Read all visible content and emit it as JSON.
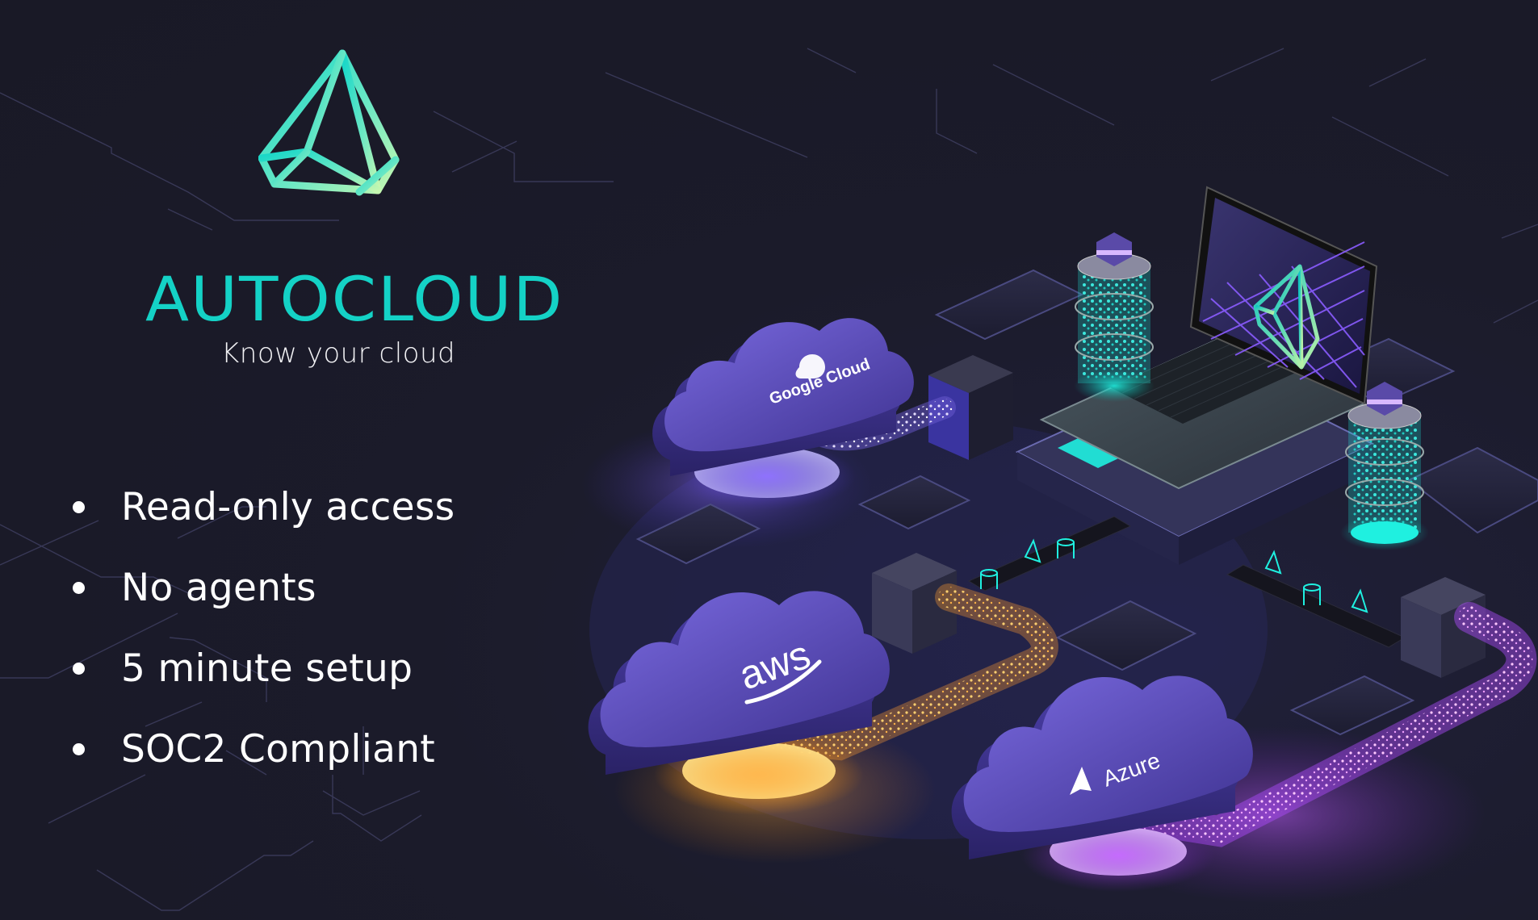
{
  "brand": {
    "name": "AUTOCLOUD",
    "tagline": "Know your cloud",
    "logo_icon": "crystal-prism-icon",
    "accent_color": "#14d2c6",
    "accent_gradient_end": "#b8f5b0"
  },
  "features": {
    "items": [
      {
        "label": "Read-only access"
      },
      {
        "label": "No agents"
      },
      {
        "label": "5 minute setup"
      },
      {
        "label": "SOC2 Compliant"
      }
    ]
  },
  "illustration": {
    "clouds": [
      {
        "provider": "Google Cloud",
        "stream_color": "#c9b8ff"
      },
      {
        "provider": "aws",
        "stream_color": "#ffb347"
      },
      {
        "provider": "Azure",
        "stream_color": "#c15cff"
      }
    ],
    "center_device": "laptop",
    "device_screen_icon": "crystal-prism-icon"
  },
  "colors": {
    "background": "#1a1a27",
    "text": "#ffffff",
    "cloud_body": "#5a4bb8",
    "teal_glow": "#1ff0e0"
  }
}
